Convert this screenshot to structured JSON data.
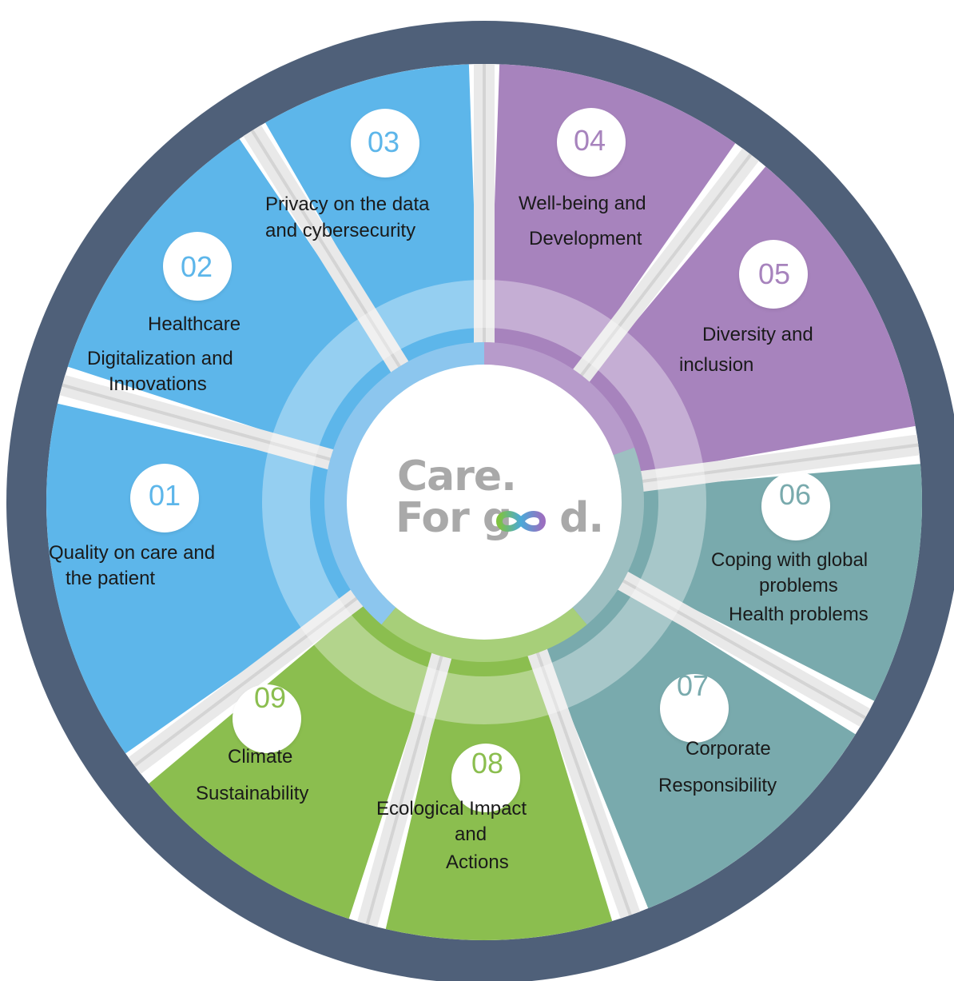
{
  "colors": {
    "ring": "#4f6079",
    "blue": "#5db6ea",
    "purple": "#a783bd",
    "teal": "#79aaad",
    "green": "#8bbe4f",
    "center_ring_blue": "#8cc6ee",
    "center_ring_purple": "#b79bcb",
    "center_ring_teal": "#9dbfc1",
    "center_ring_green": "#a7cf79",
    "logo_gray": "#a9a9a9"
  },
  "logo": {
    "line1": "Care.",
    "line2_prefix": "For g",
    "line2_suffix": "d.",
    "mark": "infinity-icon"
  },
  "segments": [
    {
      "number": "01",
      "color_key": "blue",
      "lines": [
        "Quality on care   and",
        "the patient"
      ]
    },
    {
      "number": "02",
      "color_key": "blue",
      "lines": [
        "Healthcare",
        "Digitalization  and",
        "Innovations"
      ]
    },
    {
      "number": "03",
      "color_key": "blue",
      "lines": [
        "Privacy  on the data",
        "and cybersecurity"
      ]
    },
    {
      "number": "04",
      "color_key": "purple",
      "lines": [
        "Well-being and",
        "Development"
      ]
    },
    {
      "number": "05",
      "color_key": "purple",
      "lines": [
        "Diversity    and",
        "inclusion"
      ]
    },
    {
      "number": "06",
      "color_key": "teal",
      "lines": [
        "Coping with global",
        "problems",
        "Health  problems"
      ]
    },
    {
      "number": "07",
      "color_key": "teal",
      "lines": [
        "Corporate",
        "Responsibility"
      ]
    },
    {
      "number": "08",
      "color_key": "green",
      "lines": [
        "Ecological   Impact",
        "and",
        "Actions"
      ]
    },
    {
      "number": "09",
      "color_key": "green",
      "lines": [
        "Climate",
        "Sustainability"
      ]
    }
  ]
}
